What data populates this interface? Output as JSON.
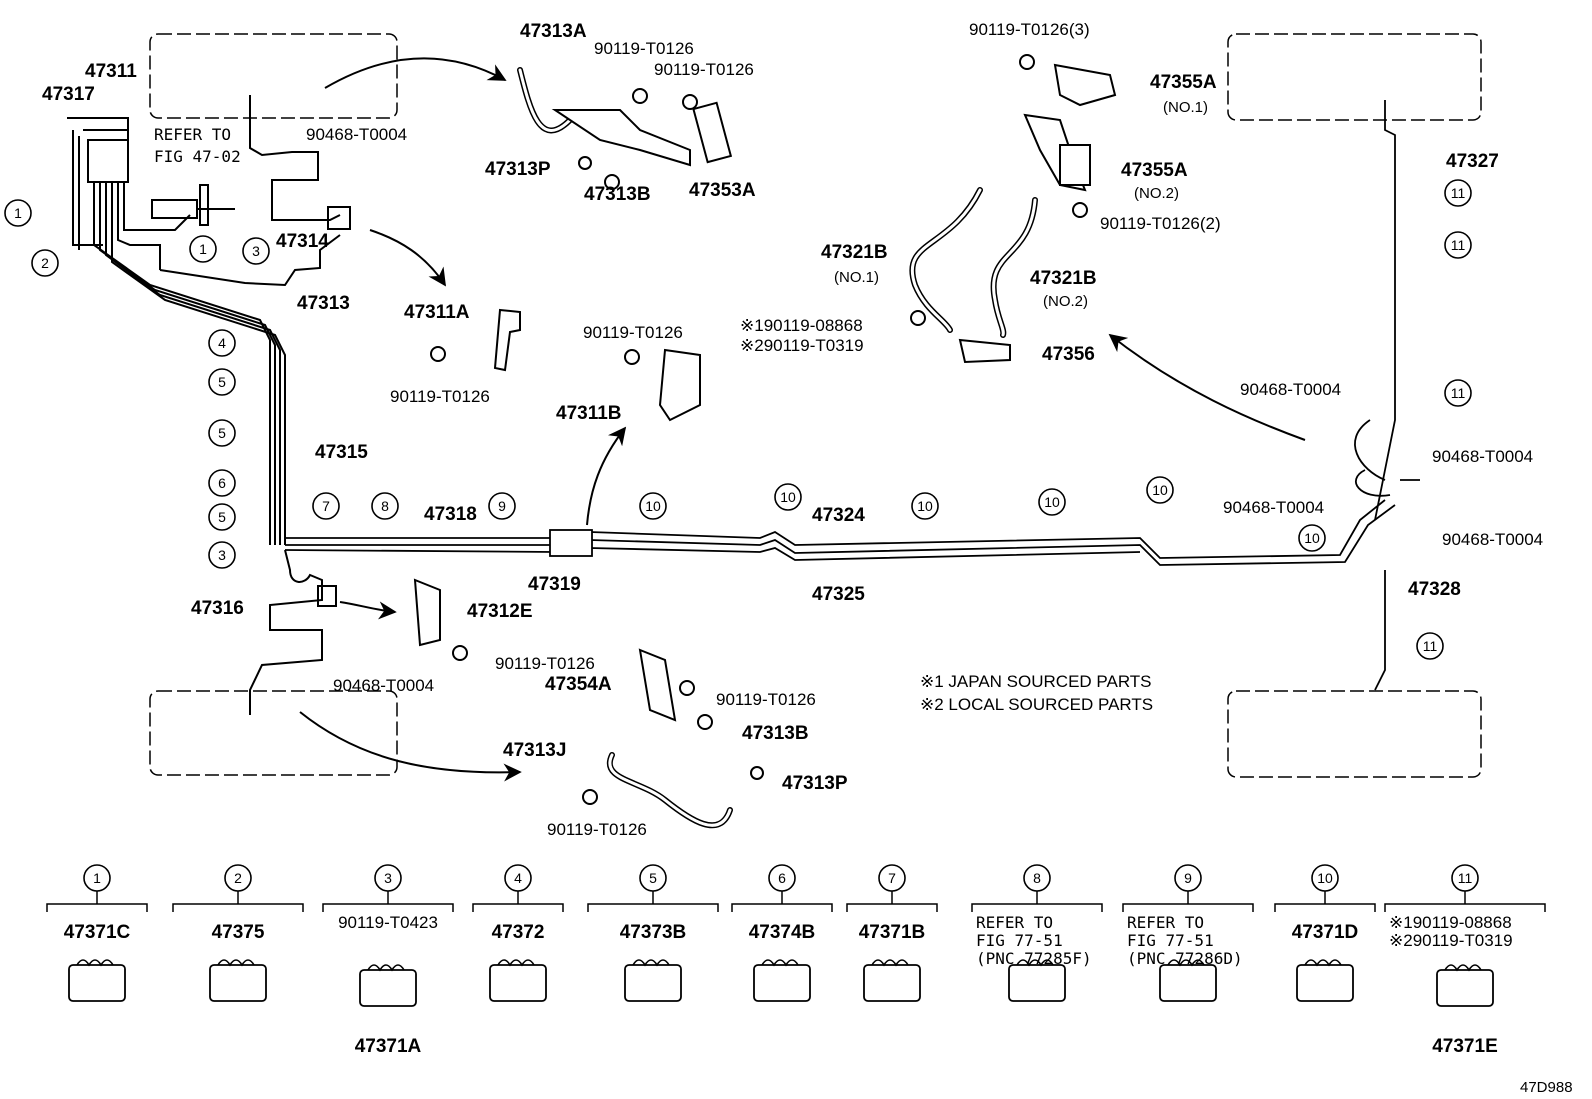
{
  "diagram": {
    "part_labels": [
      "47311",
      "47317",
      "47314",
      "47313",
      "47315",
      "47316",
      "47318",
      "47319",
      "47324",
      "47325",
      "47327",
      "47328",
      "47356",
      "47311A",
      "47311B",
      "47312E",
      "47313A",
      "47313P",
      "47313B",
      "47353A",
      "47354A",
      "47313J",
      "47355A",
      "47321B"
    ],
    "fasteners": {
      "clip": "90468-T0004",
      "bolt": "90119-T0126",
      "bolt3": "90119-T0126(3)",
      "bolt2": "90119-T0126(2)",
      "japan_bolt": "※190119-08868",
      "local_bolt": "※290119-T0319"
    },
    "refer_fig": [
      "REFER TO",
      "FIG 47-02"
    ],
    "sub_labels": {
      "no1": "(NO.1)",
      "no2": "(NO.2)"
    },
    "notes": [
      "※1 JAPAN SOURCED PARTS",
      "※2 LOCAL SOURCED PARTS"
    ],
    "callouts": [
      "1",
      "2",
      "3",
      "4",
      "5",
      "6",
      "7",
      "8",
      "9",
      "10",
      "11"
    ],
    "legend": [
      {
        "num": "1",
        "part": "47371C"
      },
      {
        "num": "2",
        "part": "47375"
      },
      {
        "num": "3",
        "part": "47371A",
        "fastener": "90119-T0423"
      },
      {
        "num": "4",
        "part": "47372"
      },
      {
        "num": "5",
        "part": "47373B"
      },
      {
        "num": "6",
        "part": "47374B"
      },
      {
        "num": "7",
        "part": "47371B"
      },
      {
        "num": "8",
        "lines": [
          "REFER TO",
          "FIG 77-51",
          "(PNC 77285F)"
        ]
      },
      {
        "num": "9",
        "lines": [
          "REFER TO",
          "FIG 77-51",
          "(PNC 77286D)"
        ]
      },
      {
        "num": "10",
        "part": "47371D"
      },
      {
        "num": "11",
        "part": "47371E",
        "lines": [
          "※190119-08868",
          "※290119-T0319"
        ]
      }
    ],
    "figure_code": "47D988"
  }
}
